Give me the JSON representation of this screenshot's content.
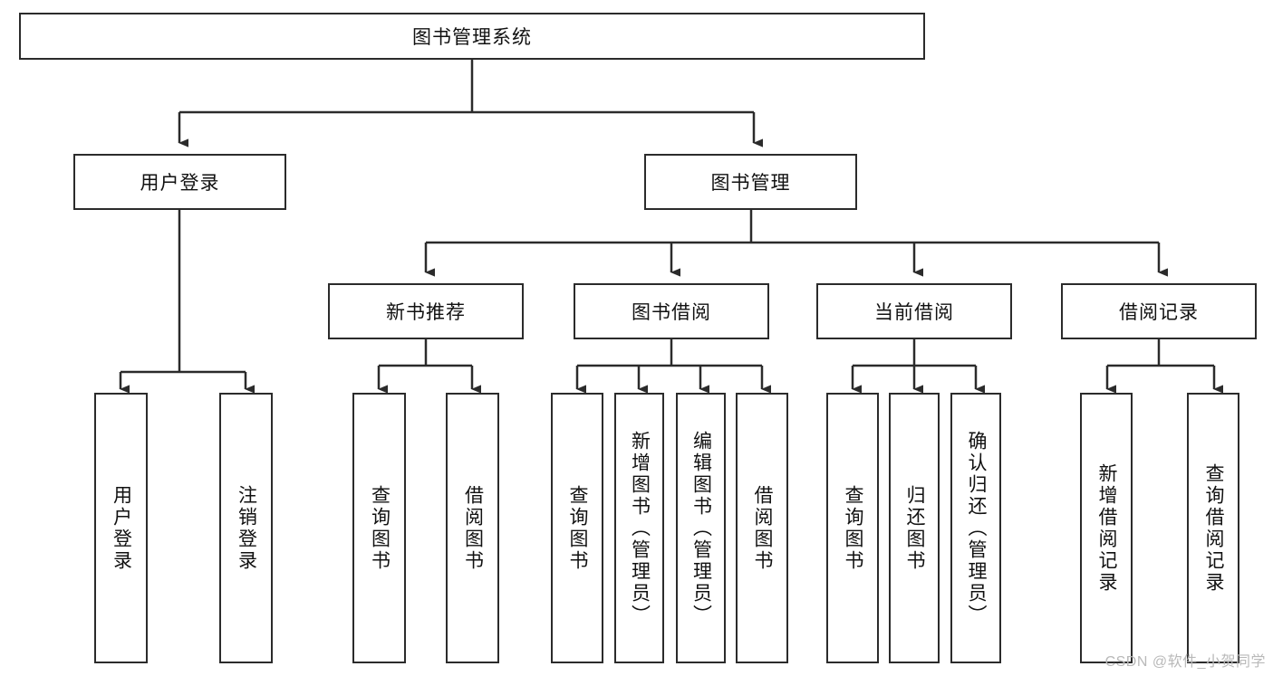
{
  "diagram": {
    "title": "图书管理系统",
    "type": "tree-hierarchy-diagram",
    "root": {
      "label": "图书管理系统"
    },
    "level2": [
      {
        "label": "用户登录"
      },
      {
        "label": "图书管理"
      }
    ],
    "level3": [
      {
        "label": "新书推荐"
      },
      {
        "label": "图书借阅"
      },
      {
        "label": "当前借阅"
      },
      {
        "label": "借阅记录"
      }
    ],
    "leaves": {
      "user_login": [
        {
          "label": "用户登录"
        },
        {
          "label": "注销登录"
        }
      ],
      "new_book_recommend": [
        {
          "label": "查询图书"
        },
        {
          "label": "借阅图书"
        }
      ],
      "book_borrow": [
        {
          "label": "查询图书"
        },
        {
          "label": "新增图书（管理员）"
        },
        {
          "label": "编辑图书（管理员）"
        },
        {
          "label": "借阅图书"
        }
      ],
      "current_borrow": [
        {
          "label": "查询图书"
        },
        {
          "label": "归还图书"
        },
        {
          "label": "确认归还（管理员）"
        }
      ],
      "borrow_record": [
        {
          "label": "新增借阅记录"
        },
        {
          "label": "查询借阅记录"
        }
      ]
    }
  },
  "watermark": {
    "text": "CSDN @软件_小贺同学"
  },
  "colors": {
    "border": "#2b2b2b",
    "background": "#ffffff",
    "text": "#111111",
    "watermark": "#b9b9b9"
  }
}
